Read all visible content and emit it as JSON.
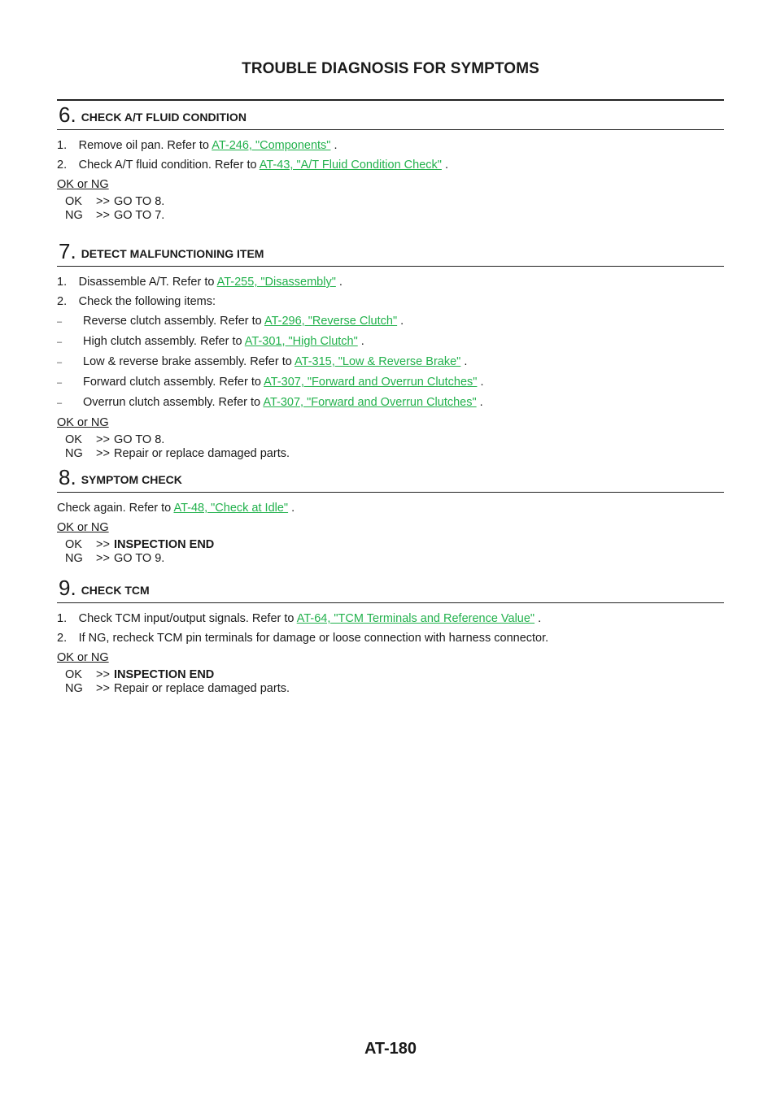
{
  "header": {
    "title": "TROUBLE DIAGNOSIS FOR SYMPTOMS"
  },
  "steps": [
    {
      "num": "6.",
      "title": "CHECK A/T FLUID CONDITION",
      "lines": [
        {
          "pre": "1. Remove oil pan. Refer to ",
          "link": "AT-246, \"Components\"",
          "post": " ."
        },
        {
          "pre": "2. Check A/T fluid condition. Refer to ",
          "link": "AT-43, \"A/T Fluid Condition Check\"",
          "post": " ."
        }
      ],
      "okng": "OK or NG",
      "results": [
        {
          "code": "OK",
          "arrow": ">>",
          "text": "GO TO 8."
        },
        {
          "code": "NG",
          "arrow": ">>",
          "text": "GO TO 7."
        }
      ]
    },
    {
      "num": "7.",
      "title": "DETECT MALFUNCTIONING ITEM",
      "lines": [
        {
          "pre": "1. Disassemble A/T. Refer to ",
          "link": "AT-255, \"Disassembly\"",
          "post": " ."
        },
        {
          "pre": "2. Check the following items:"
        }
      ],
      "subitems": [
        {
          "dash": "–",
          "pre": "Reverse clutch assembly. Refer to ",
          "link": "AT-296, \"Reverse Clutch\"",
          "post": " ."
        },
        {
          "dash": "–",
          "pre": "High clutch assembly. Refer to ",
          "link": "AT-301, \"High Clutch\"",
          "post": " ."
        },
        {
          "dash": "–",
          "pre": "Low & reverse brake assembly. Refer to ",
          "link": "AT-315, \"Low & Reverse Brake\"",
          "post": " ."
        },
        {
          "dash": "–",
          "pre": "Forward clutch assembly. Refer to ",
          "link": "AT-307, \"Forward and Overrun Clutches\"",
          "post": " ."
        },
        {
          "dash": "–",
          "pre": "Overrun clutch assembly. Refer to ",
          "link": "AT-307, \"Forward and Overrun Clutches\"",
          "post": " ."
        }
      ],
      "okng": "OK or NG",
      "results": [
        {
          "code": "OK",
          "arrow": ">>",
          "text": "GO TO 8."
        },
        {
          "code": "NG",
          "arrow": ">>",
          "text": "Repair or replace damaged parts."
        }
      ]
    },
    {
      "num": "8.",
      "title": "SYMPTOM CHECK",
      "lines": [
        {
          "pre": "Check again. Refer to ",
          "link": "AT-48, \"Check at Idle\"",
          "post": " ."
        }
      ],
      "okng": "OK or NG",
      "results": [
        {
          "code": "OK",
          "arrow": ">>",
          "text": "INSPECTION END",
          "bold": true
        },
        {
          "code": "NG",
          "arrow": ">>",
          "text": "GO TO 9."
        }
      ]
    },
    {
      "num": "9.",
      "title": "CHECK TCM",
      "lines": [
        {
          "pre": "1. Check TCM input/output signals. Refer to ",
          "link": "AT-64, \"TCM Terminals and Reference Value\"",
          "post": " ."
        },
        {
          "pre": "2. If NG, recheck TCM pin terminals for damage or loose connection with harness connector."
        }
      ],
      "okng": "OK or NG",
      "results": [
        {
          "code": "OK",
          "arrow": ">>",
          "text": "INSPECTION END",
          "bold": true
        },
        {
          "code": "NG",
          "arrow": ">>",
          "text": "Repair or replace damaged parts."
        }
      ]
    }
  ],
  "footer": {
    "page": "AT-180"
  },
  "colors": {
    "link": "#22b14c"
  }
}
